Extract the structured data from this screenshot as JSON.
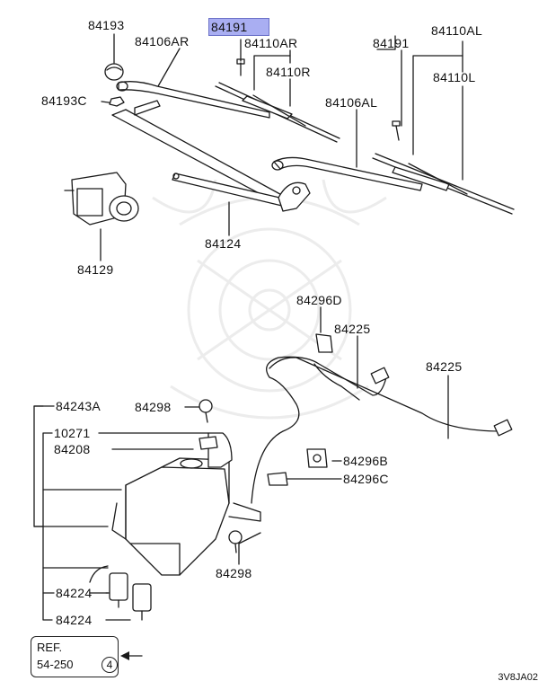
{
  "labels": {
    "p84193": "84193",
    "p84191_top": "84191",
    "p84110AL": "84110AL",
    "p84106AR": "84106AR",
    "p84110AR": "84110AR",
    "p84191_right": "84191",
    "p84110R": "84110R",
    "p84110L": "84110L",
    "p84193C": "84193C",
    "p84106AL": "84106AL",
    "p84129": "84129",
    "p84124": "84124",
    "p84296D": "84296D",
    "p84225_a": "84225",
    "p84225_b": "84225",
    "p84243A": "84243A",
    "p84298_a": "84298",
    "p10271": "10271",
    "p84208": "84208",
    "p84296B": "84296B",
    "p84296C": "84296C",
    "p84298_b": "84298",
    "p84224_a": "84224",
    "p84224_b": "84224"
  },
  "reference": {
    "line1": "REF.",
    "line2": "54-250",
    "circled": "4"
  },
  "diagram_code": "3V8JA02",
  "colors": {
    "highlight": "#a9aef2",
    "line": "#1a1a1a"
  }
}
